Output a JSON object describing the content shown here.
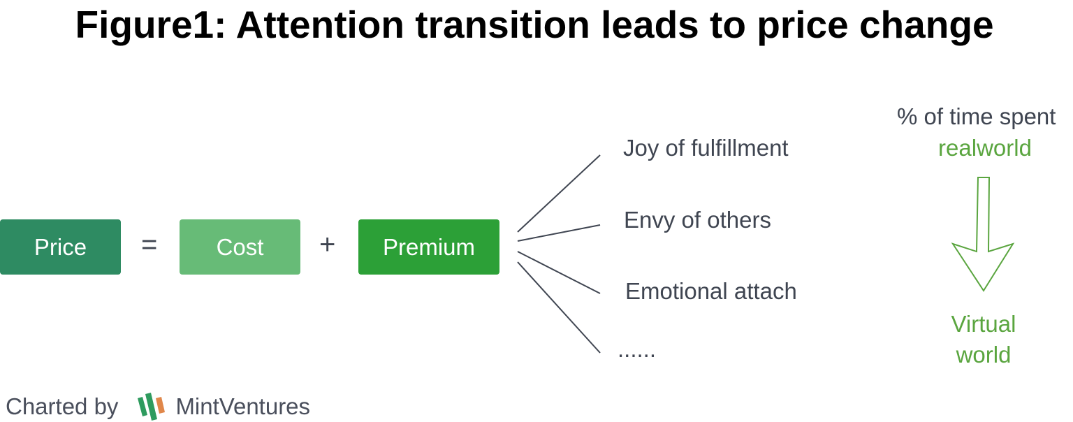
{
  "title": "Figure1: Attention transition leads to price change",
  "equation": {
    "price": "Price",
    "equals": "=",
    "cost": "Cost",
    "plus": "+",
    "premium": "Premium"
  },
  "branches": [
    "Joy of fulfillment",
    "Envy of others",
    "Emotional attach",
    "......"
  ],
  "time_shift": {
    "heading": "% of time spent",
    "from": "realworld",
    "to_line1": "Virtual",
    "to_line2": "world"
  },
  "footer": {
    "charted_by": "Charted by",
    "brand": "MintVentures"
  },
  "colors": {
    "price_box": "#2e8b62",
    "cost_box": "#67bb77",
    "premium_box": "#2ca037",
    "text_dark": "#3f4551",
    "accent_green": "#5aa53f",
    "logo_green": "#2e9b5e",
    "logo_orange": "#e0874a"
  },
  "icons": {
    "arrow": "down-arrow-icon",
    "logo": "mint-ventures-logo-icon"
  }
}
